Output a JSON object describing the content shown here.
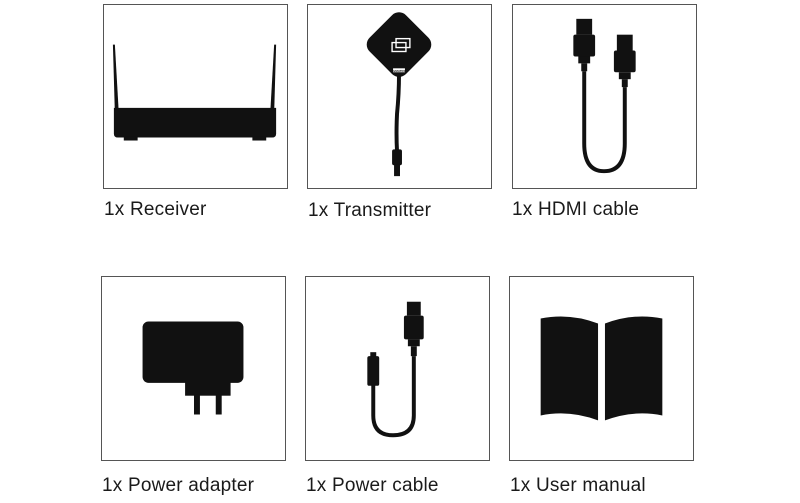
{
  "items": [
    {
      "label": "1x Receiver",
      "icon": "router-icon"
    },
    {
      "label": "1x Transmitter",
      "icon": "transmitter-button-icon",
      "device_text": "AVMATRIX"
    },
    {
      "label": "1x HDMI cable",
      "icon": "hdmi-cable-icon"
    },
    {
      "label": "1x Power adapter",
      "icon": "power-adapter-icon"
    },
    {
      "label": "1x Power cable",
      "icon": "usb-power-cable-icon"
    },
    {
      "label": "1x User manual",
      "icon": "open-book-icon"
    }
  ],
  "colors": {
    "border": "#555555",
    "icon": "#111111",
    "text": "#1a1a1a"
  }
}
